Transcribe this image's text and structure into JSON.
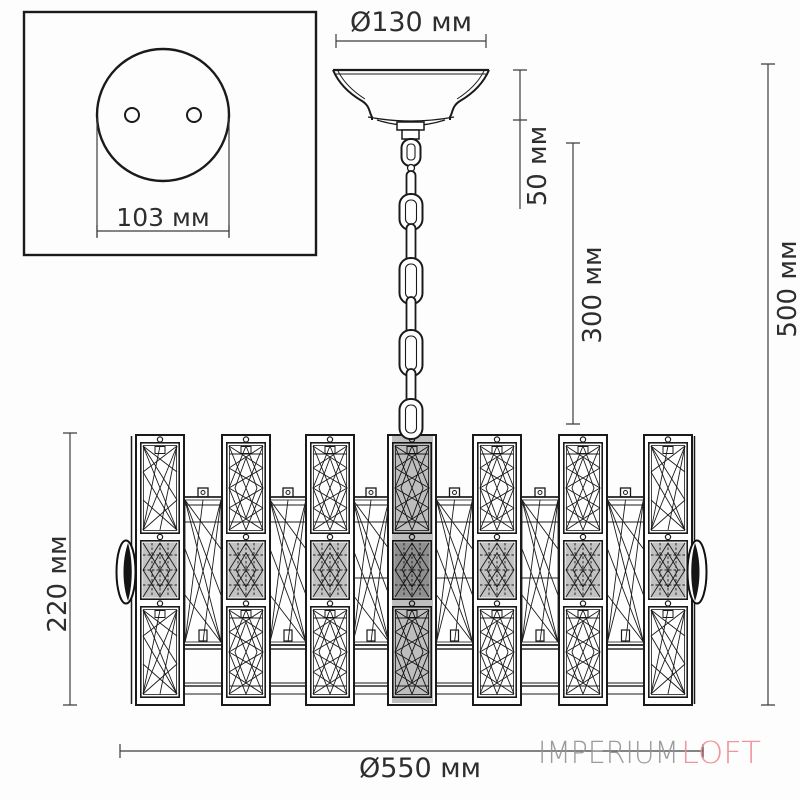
{
  "dimensions": {
    "mount_plate_width": "103 мм",
    "canopy_diameter": "Ø130 мм",
    "canopy_height": "50 мм",
    "chain_length": "300 мм",
    "total_height": "500 мм",
    "body_height": "220 мм",
    "body_diameter": "Ø550 мм"
  },
  "watermark": {
    "primary": "IMPERIUM",
    "accent": "LOFT",
    "primary_color": "#919396",
    "accent_color": "#ed8d95"
  },
  "colors": {
    "background": "#fdfdfd",
    "drawing_line": "#1a1a1a",
    "dimension_line": "#3d3d3d"
  }
}
